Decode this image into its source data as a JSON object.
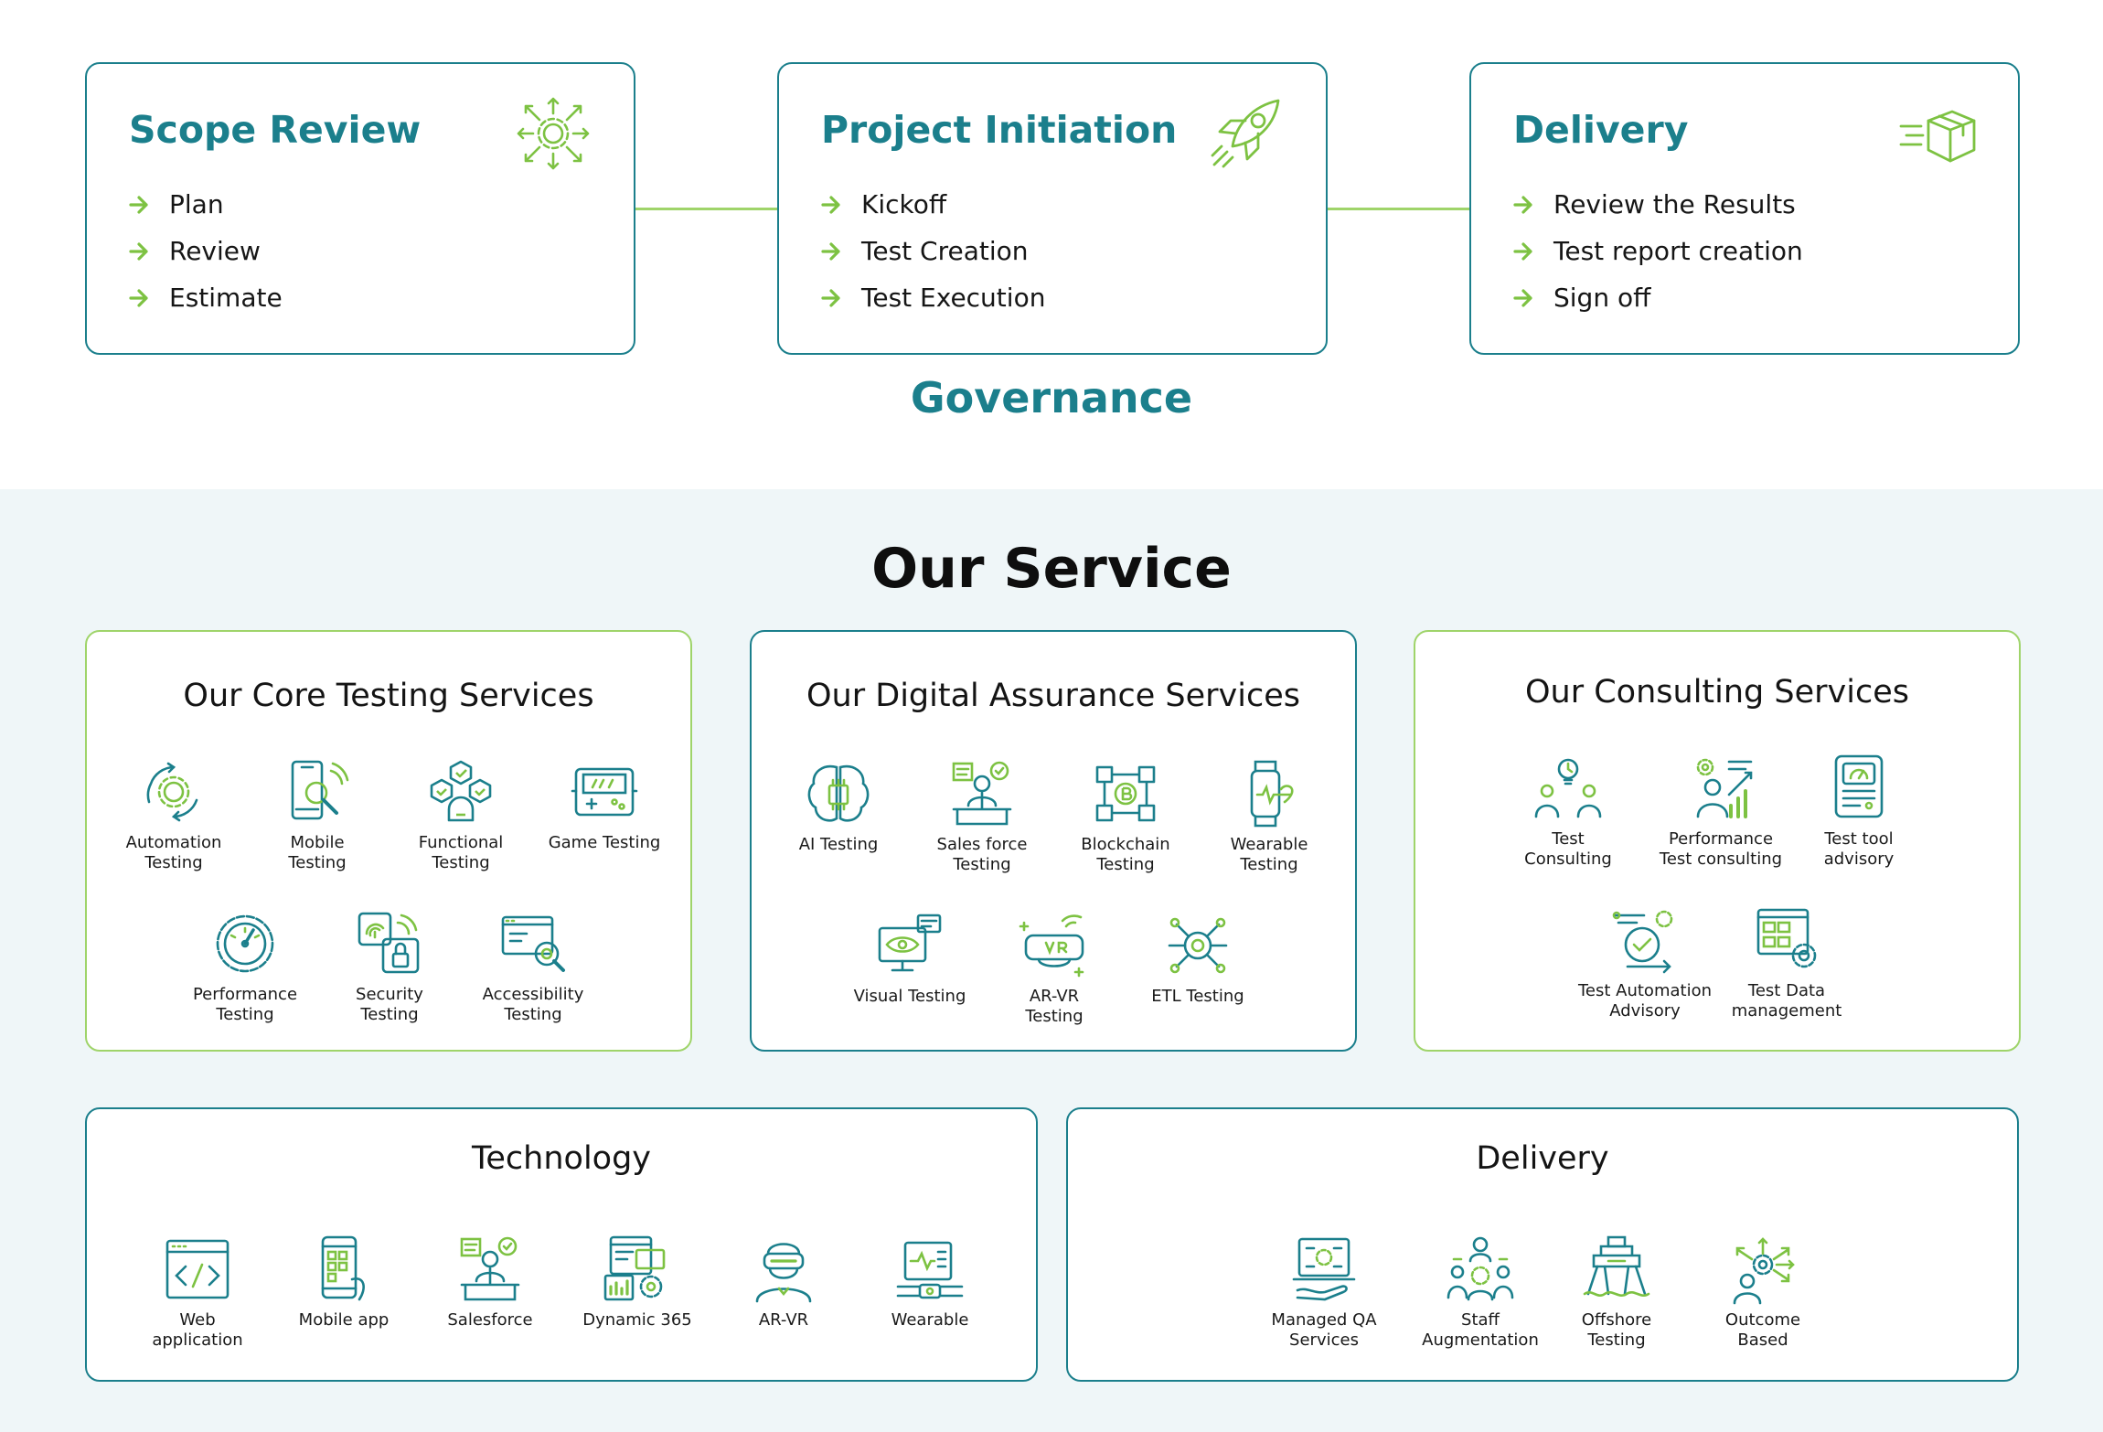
{
  "process": {
    "cards": [
      {
        "title": "Scope Review",
        "items": [
          "Plan",
          "Review",
          "Estimate"
        ],
        "icon": "gear-arrows-icon"
      },
      {
        "title": "Project Initiation",
        "items": [
          "Kickoff",
          "Test Creation",
          "Test Execution"
        ],
        "icon": "rocket-icon"
      },
      {
        "title": "Delivery",
        "items": [
          "Review the Results",
          "Test report creation",
          "Sign off"
        ],
        "icon": "package-icon"
      }
    ],
    "footer": "Governance"
  },
  "services": {
    "title": "Our Service",
    "core": {
      "title": "Our Core Testing Services",
      "items": [
        "Automation\nTesting",
        "Mobile\nTesting",
        "Functional\nTesting",
        "Game Testing",
        "Performance\nTesting",
        "Security\nTesting",
        "Accessibility\nTesting"
      ]
    },
    "digital": {
      "title": "Our Digital Assurance Services",
      "items": [
        "AI Testing",
        "Sales force\nTesting",
        "Blockchain\nTesting",
        "Wearable\nTesting",
        "Visual Testing",
        "AR-VR\nTesting",
        "ETL Testing"
      ]
    },
    "consulting": {
      "title": "Our Consulting Services",
      "items": [
        "Test\nConsulting",
        "Performance\nTest consulting",
        "Test tool\nadvisory",
        "Test Automation\nAdvisory",
        "Test Data\nmanagement"
      ]
    },
    "technology": {
      "title": "Technology",
      "items": [
        "Web\napplication",
        "Mobile app",
        "Salesforce",
        "Dynamic 365",
        "AR-VR",
        "Wearable"
      ]
    },
    "delivery": {
      "title": "Delivery",
      "items": [
        "Managed QA\nServices",
        "Staff\nAugmentation",
        "Offshore\nTesting",
        "Outcome\nBased"
      ]
    }
  },
  "colors": {
    "teal": "#1b7f8c",
    "green": "#7dc242",
    "background": "#eff6f8"
  }
}
